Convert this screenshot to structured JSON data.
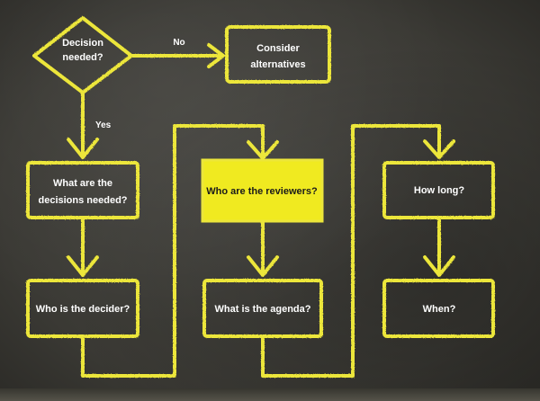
{
  "colors": {
    "background": "#3f3e39",
    "chalk_yellow": "#ece63a",
    "highlight_fill": "#f0ea20",
    "label_text": "#ffffff"
  },
  "nodes": {
    "decision": {
      "line1": "Decision",
      "line2": "needed?"
    },
    "alternatives": {
      "line1": "Consider",
      "line2": "alternatives"
    },
    "decisions_needed": {
      "line1": "What are the",
      "line2": "decisions needed?"
    },
    "decider": {
      "label": "Who is the decider?"
    },
    "reviewers": {
      "label": "Who are the reviewers?"
    },
    "agenda": {
      "label": "What is the agenda?"
    },
    "how_long": {
      "label": "How long?"
    },
    "when": {
      "label": "When?"
    }
  },
  "edges": {
    "no": "No",
    "yes": "Yes"
  }
}
